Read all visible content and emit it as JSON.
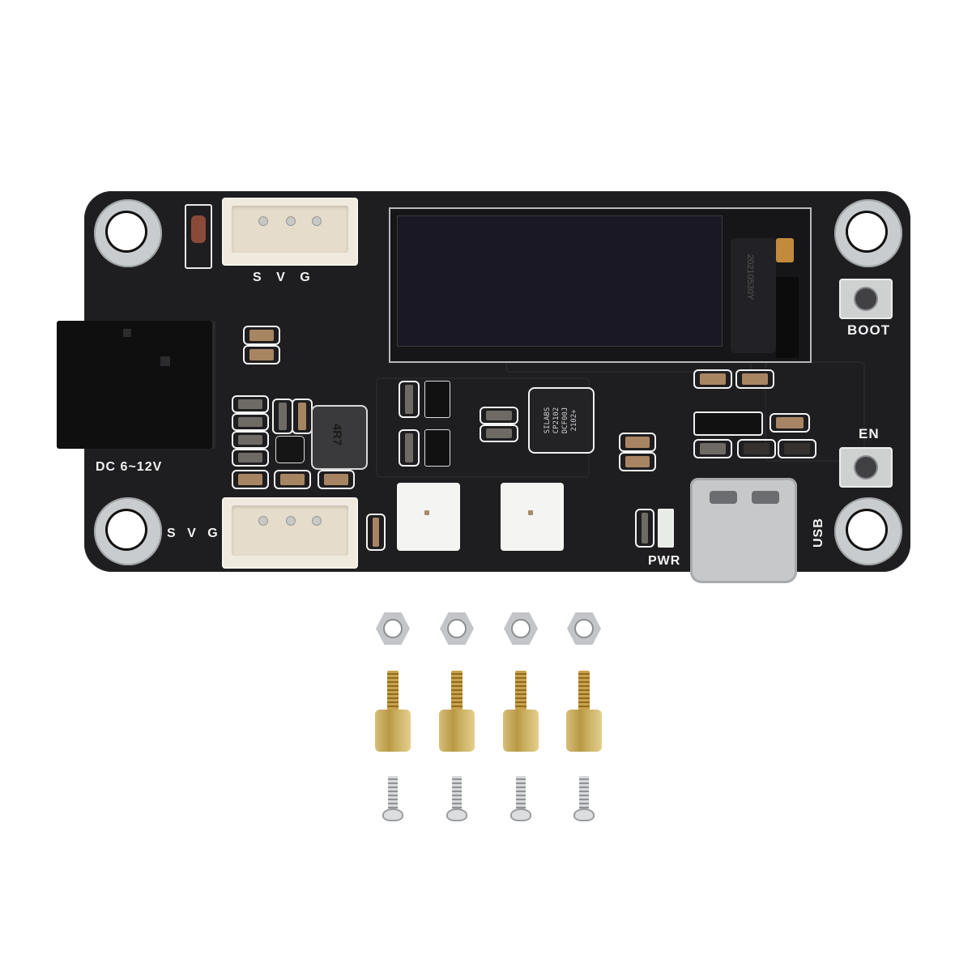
{
  "product": {
    "description": "Black PCB expansion board with OLED display, CP2102 USB-UART chip, USB-C port, DC jack, two JST 3-pin connectors, two RGB LEDs and BOOT/EN buttons, plus mounting hardware kit",
    "board_color": "#1e1e20",
    "silkscreen_color": "#f2f2f2"
  },
  "labels": {
    "connector_top": "S V G",
    "connector_top_pins": [
      "S",
      "V",
      "G"
    ],
    "connector_bottom": "S V G",
    "connector_bottom_pins": [
      "S",
      "V",
      "G"
    ],
    "dc_input": "DC 6~12V",
    "boot_button": "BOOT",
    "en_button": "EN",
    "power_led": "PWR",
    "usb_port": "USB"
  },
  "chip": {
    "lines": [
      "SILABS",
      "CP2102",
      "DCF00J",
      "2102+"
    ]
  },
  "inductor": {
    "marking": "4R7"
  },
  "oled": {
    "flex_marking": "20210530Y"
  },
  "hardware_kit": {
    "nuts": 4,
    "brass_standoffs": 4,
    "screws": 4
  }
}
